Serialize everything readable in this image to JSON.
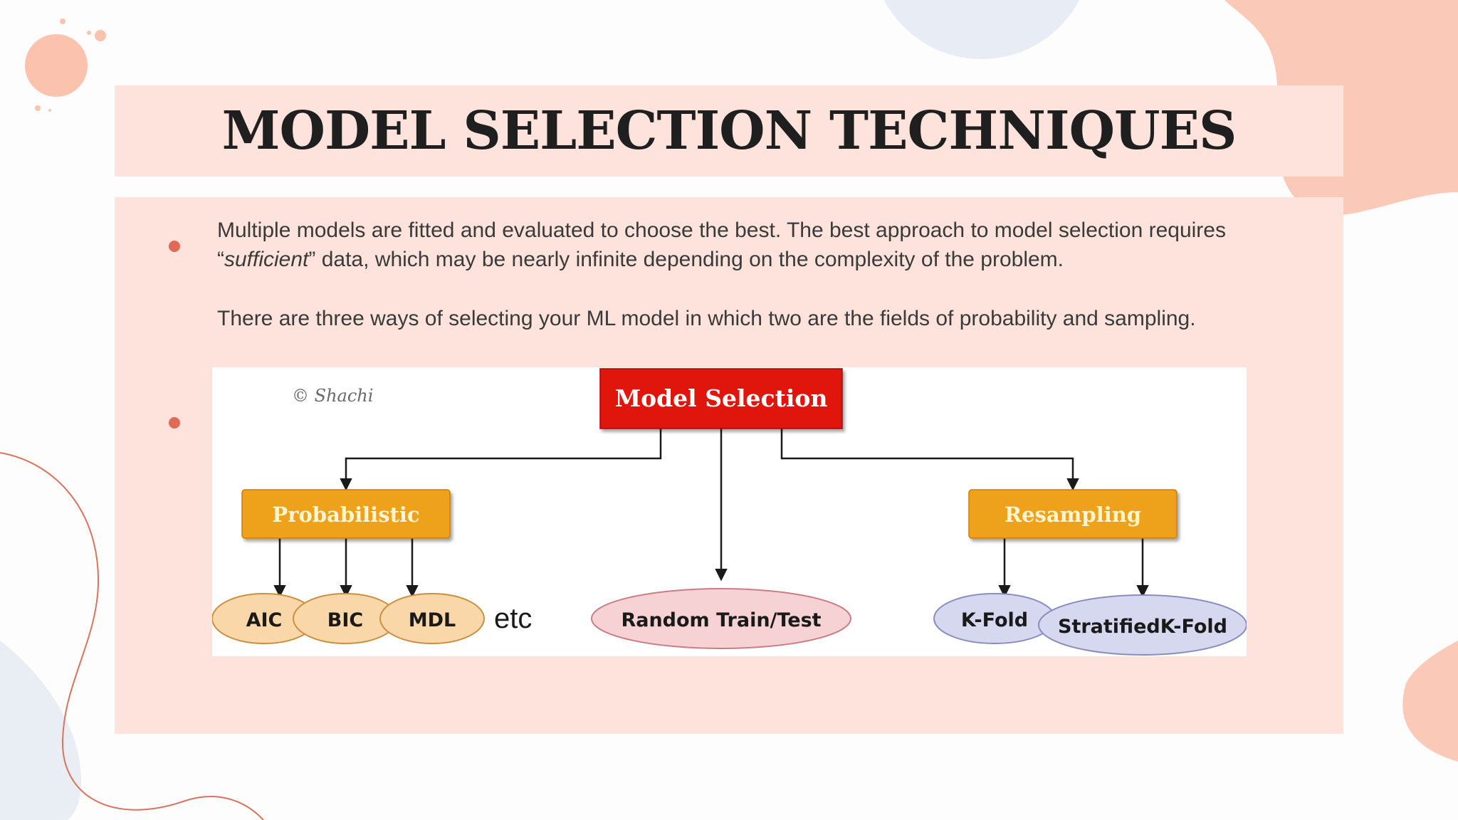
{
  "slide": {
    "title": "MODEL SELECTION TECHNIQUES",
    "bullets": [
      {
        "text_before": "Multiple models are fitted and evaluated to choose the best. The best approach to model selection requires “",
        "emphasis": "sufficient",
        "text_after": "” data, which may be nearly infinite depending on the complexity of the problem."
      },
      {
        "text": "There are three ways of selecting your ML model in which two are the fields of probability and sampling."
      }
    ]
  },
  "diagram": {
    "watermark": "© Shachi",
    "root": "Model Selection",
    "probabilistic": "Probabilistic",
    "resampling": "Resampling",
    "criteria": [
      "AIC",
      "BIC",
      "MDL"
    ],
    "etc": "etc",
    "train_test": "Random Train/Test",
    "kfold": "K-Fold",
    "stratified": "StratifiedK-Fold"
  },
  "colors": {
    "panel": "#fde3dc",
    "accent_dot": "#e06a55",
    "root_box": "#e0140e",
    "category_box": "#eea21e",
    "criteria_ellipse": "#f9d7a9",
    "train_test_ellipse": "#f6d2d4",
    "resampling_ellipse": "#d6d8ef"
  }
}
